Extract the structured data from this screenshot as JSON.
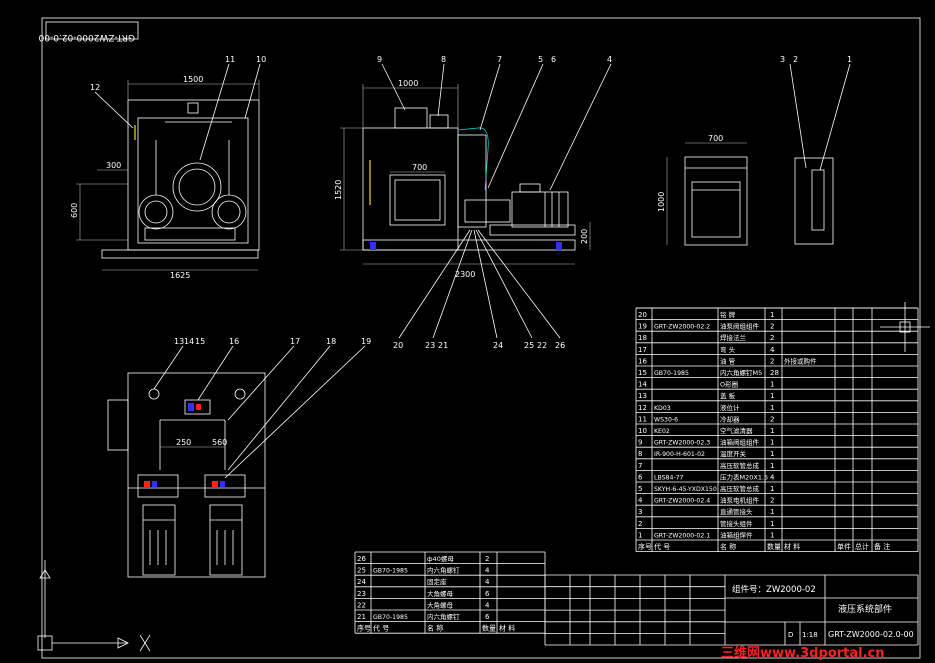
{
  "drawing_number": "GRT-ZW2000-02.0-00",
  "colors": {
    "background": "#000000",
    "line": "#ffffff",
    "accent_cyan": "#00e0e0",
    "accent_yellow": "#f5e000",
    "accent_blue": "#3030ff",
    "accent_red": "#ff2020",
    "watermark": "#ff2020"
  },
  "front_view": {
    "dims": {
      "width": "1500",
      "height": "600",
      "offset": "300",
      "base": "1625"
    },
    "callouts": [
      "12",
      "11",
      "10"
    ]
  },
  "side_view": {
    "dims": {
      "width": "1000",
      "inner": "700",
      "height": "1520",
      "pump_h": "200",
      "base": "2300"
    },
    "callouts_top": [
      "9",
      "8",
      "7",
      "5",
      "6",
      "4"
    ],
    "callouts_bottom": [
      "20",
      "23",
      "21",
      "24",
      "25",
      "22",
      "26"
    ]
  },
  "right_view": {
    "dims": {
      "width": "700",
      "height": "1000"
    },
    "callouts": [
      "3",
      "2",
      "1"
    ]
  },
  "plan_view": {
    "dims": {
      "a": "250",
      "b": "560"
    },
    "callouts": [
      "13",
      "14",
      "15",
      "16",
      "17",
      "18",
      "19"
    ]
  },
  "parts_list_right": [
    {
      "no": "20",
      "code": "",
      "name": "铭 牌",
      "qty": "1",
      "note": ""
    },
    {
      "no": "19",
      "code": "GRT-ZW2000-02.2",
      "name": "油泵阀组组件",
      "qty": "2",
      "note": ""
    },
    {
      "no": "18",
      "code": "",
      "name": "焊接法兰",
      "qty": "2",
      "note": ""
    },
    {
      "no": "17",
      "code": "",
      "name": "弯 头",
      "qty": "4",
      "note": ""
    },
    {
      "no": "16",
      "code": "",
      "name": "油 管",
      "qty": "2",
      "note": "外接或购件"
    },
    {
      "no": "15",
      "code": "GB70-1985",
      "name": "内六角螺钉M5",
      "qty": "28",
      "note": ""
    },
    {
      "no": "14",
      "code": "",
      "name": "O形圈",
      "qty": "1",
      "note": ""
    },
    {
      "no": "13",
      "code": "",
      "name": "盖 板",
      "qty": "1",
      "note": ""
    },
    {
      "no": "12",
      "code": "KD03",
      "name": "液位计",
      "qty": "1",
      "note": ""
    },
    {
      "no": "11",
      "code": "WS30-6",
      "name": "冷却器",
      "qty": "2",
      "note": ""
    },
    {
      "no": "10",
      "code": "KE02",
      "name": "空气滤清器",
      "qty": "1",
      "note": ""
    },
    {
      "no": "9",
      "code": "GRT-ZW2000-02.3",
      "name": "油箱阀组组件",
      "qty": "1",
      "note": ""
    },
    {
      "no": "8",
      "code": "IR-900-H-601-02",
      "name": "温度开关",
      "qty": "1",
      "note": ""
    },
    {
      "no": "7",
      "code": "",
      "name": "高压软管总成",
      "qty": "1",
      "note": ""
    },
    {
      "no": "6",
      "code": "LBS84-77",
      "name": "压力表M20X1.5",
      "qty": "4",
      "note": ""
    },
    {
      "no": "5",
      "code": "SKYH-6-45-YXDX150",
      "name": "高压软管总成",
      "qty": "1",
      "note": ""
    },
    {
      "no": "4",
      "code": "GRT-ZW2000-02.4",
      "name": "油泵电机组件",
      "qty": "2",
      "note": ""
    },
    {
      "no": "3",
      "code": "",
      "name": "直通管接头",
      "qty": "1",
      "note": ""
    },
    {
      "no": "2",
      "code": "",
      "name": "管接头组件",
      "qty": "1",
      "note": ""
    },
    {
      "no": "1",
      "code": "GRT-ZW2000-02.1",
      "name": "油箱组焊件",
      "qty": "1",
      "note": ""
    }
  ],
  "parts_list_left": [
    {
      "no": "26",
      "code": "",
      "name": "ф40螺母",
      "qty": "2"
    },
    {
      "no": "25",
      "code": "GB70-1985",
      "name": "内六角螺钉",
      "qty": "4"
    },
    {
      "no": "24",
      "code": "",
      "name": "固定座",
      "qty": "4"
    },
    {
      "no": "23",
      "code": "",
      "name": "大角螺母",
      "qty": "6"
    },
    {
      "no": "22",
      "code": "",
      "name": "大角螺母",
      "qty": "4"
    },
    {
      "no": "21",
      "code": "GB70-1985",
      "name": "内六角螺钉",
      "qty": "6"
    }
  ],
  "table_headers": [
    "序号",
    "代 号",
    "名 称",
    "数量",
    "材 料",
    "单件",
    "总计",
    "备 注"
  ],
  "table_headers_left": [
    "序号",
    "代 号",
    "名 称",
    "数量",
    "材 料"
  ],
  "title_block": {
    "product_label": "组件号：ZW2000-02",
    "title": "液压系统部件",
    "scale": "1:18",
    "sheet_letter": "D",
    "code": "GRT-ZW2000-02.0-00"
  },
  "watermark": "三维网www.3dportal.cn"
}
